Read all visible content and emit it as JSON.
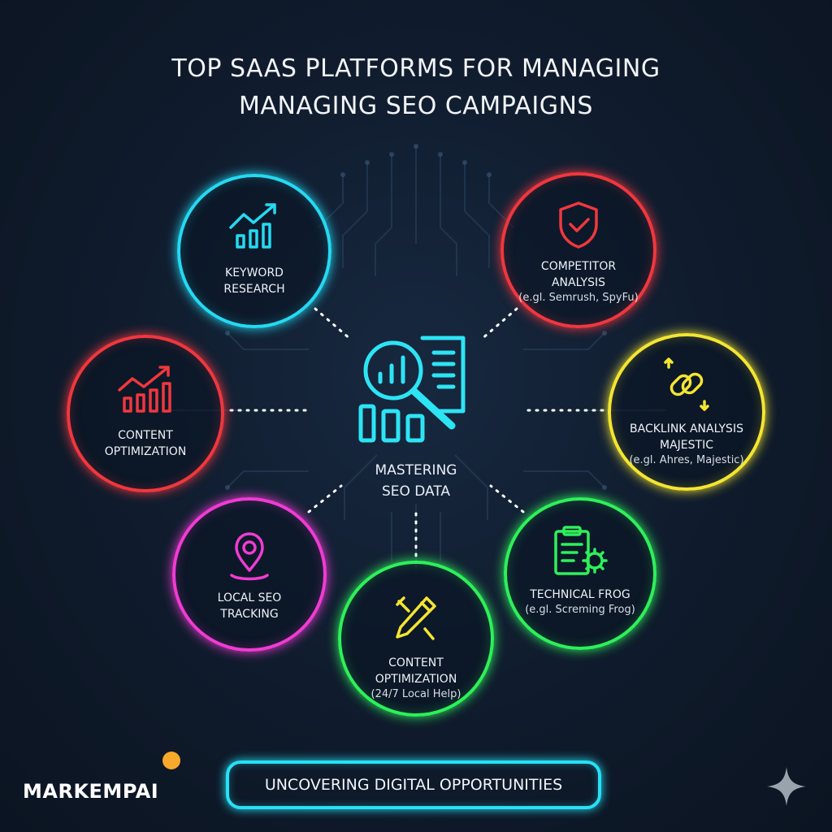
{
  "title": {
    "line1": "TOP SAAS PLATFORMS FOR MANAGING",
    "line2": "MANAGING SEO CAMPAIGNS"
  },
  "center": {
    "line1": "MASTERING",
    "line2": "SEO DATA",
    "icon": "analytics-magnifier-icon"
  },
  "nodes": {
    "keyword_research": {
      "line1": "KEYWORD",
      "line2": "RESEARCH",
      "color": "#25d9f2",
      "icon": "growth-chart-icon"
    },
    "competitor_analysis": {
      "line1": "COMPETITOR",
      "line2": "ANALYSIS",
      "sub": "(e.gl. Semrush, SpyFu)",
      "color": "#f0373e",
      "icon": "shield-check-icon"
    },
    "content_optimization_left": {
      "line1": "CONTENT",
      "line2": "OPTIMIZATION",
      "color": "#f0373e",
      "icon": "growth-chart-icon"
    },
    "backlink_analysis": {
      "line1": "BACKLINK ANALYSIS",
      "line2": "MAJESTIC",
      "sub": "(e.gl. Ahres, Majestic)",
      "color": "#f4e531",
      "icon": "chain-link-icon"
    },
    "local_seo": {
      "line1": "LOCAL SEO",
      "line2": "TRACKING",
      "color": "#f03bd3",
      "icon": "map-pin-icon"
    },
    "content_optimization_bottom": {
      "line1": "CONTENT",
      "line2": "OPTIMIZATION",
      "sub": "(24/7 Local Help)",
      "color": "#2ef05a",
      "icon": "pencil-icon"
    },
    "technical": {
      "line1": "TECHNICAL FROG",
      "sub": "(e.gl. Screming Frog)",
      "color": "#2ef05a",
      "icon": "clipboard-gear-icon"
    }
  },
  "tagline": "UNCOVERING DIGITAL OPPORTUNITIES",
  "brand": "MARKEMPAI",
  "brand_accent": "#f6a92b"
}
